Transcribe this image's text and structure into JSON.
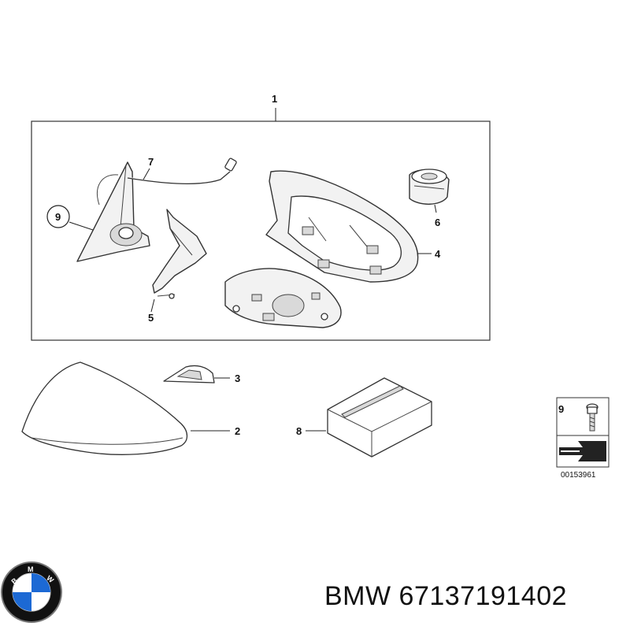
{
  "callouts": {
    "c1": "1",
    "c2": "2",
    "c3": "3",
    "c4": "4",
    "c5": "5",
    "c6": "6",
    "c7": "7",
    "c8": "8",
    "c9": "9",
    "c9b": "9"
  },
  "diagram_ref": "00153961",
  "logo": {
    "letters": [
      "B",
      "M",
      "W"
    ],
    "colors": {
      "blue": "#1c69d4",
      "white": "#ffffff",
      "ring": "#111111"
    }
  },
  "caption": "BMW 67137191402"
}
